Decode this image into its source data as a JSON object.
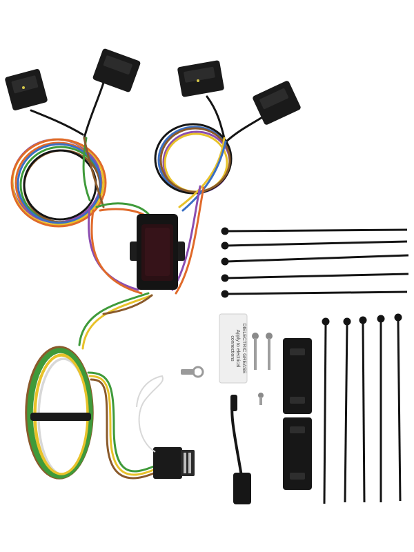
{
  "photo": {
    "background": "#ffffff",
    "wire_colors": {
      "green": "#3f9a3a",
      "yellow": "#e8c22a",
      "brown": "#8a5a2b",
      "orange": "#e06a2a",
      "purple": "#8b4db0",
      "blue": "#3a6fc4",
      "white": "#d8d8d8",
      "black": "#151515"
    },
    "components": [
      "tail-light-connector-left-a",
      "tail-light-connector-left-b",
      "tail-light-connector-right-a",
      "tail-light-connector-right-b",
      "left-wire-coil",
      "right-wire-coil",
      "converter-module",
      "trailer-wire-coil",
      "4-way-flat-connector",
      "ground-ring-terminal",
      "dielectric-grease-packet",
      "mounting-screws",
      "mounting-brackets",
      "connector-dust-cap",
      "long-cable-ties",
      "short-cable-ties"
    ],
    "grease_packet_text": [
      "DIELECTRIC GREASE",
      "Apply to electrical",
      "connections"
    ]
  }
}
